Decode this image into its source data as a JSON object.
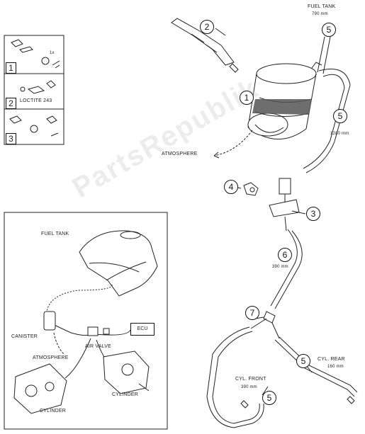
{
  "labels": {
    "fuel_tank_top": "FUEL TANK",
    "fuel_tank_top_len": "790 mm",
    "hose_5_len": "1280 mm",
    "atmosphere_main": "ATMOSPHERE",
    "hose_6_len": "390 mm",
    "cyl_rear": "CYL. REAR",
    "cyl_rear_len": "160 mm",
    "cyl_front": "CYL. FRONT",
    "cyl_front_len": "390 mm",
    "inset_fuel_tank": "FUEL TANK",
    "inset_canister": "CANISTER",
    "inset_atmosphere": "ATMOSPHERE",
    "inset_air_valve": "AIR VALVE",
    "inset_ecu": "ECU",
    "inset_cylinder_right": "CYLINDER",
    "inset_cylinder_left": "CYLINDER",
    "step_loctite": "LOCTITE 243",
    "step_1x": "1x"
  },
  "steps": [
    "1",
    "2",
    "3"
  ],
  "callouts": {
    "c1": "1",
    "c2": "2",
    "c3": "3",
    "c4": "4",
    "c5a": "5",
    "c5b": "5",
    "c5c": "5",
    "c5d": "5",
    "c6": "6",
    "c7": "7"
  },
  "watermark": "PartsRepublik",
  "colors": {
    "line": "#222222",
    "paper": "#ffffff"
  }
}
